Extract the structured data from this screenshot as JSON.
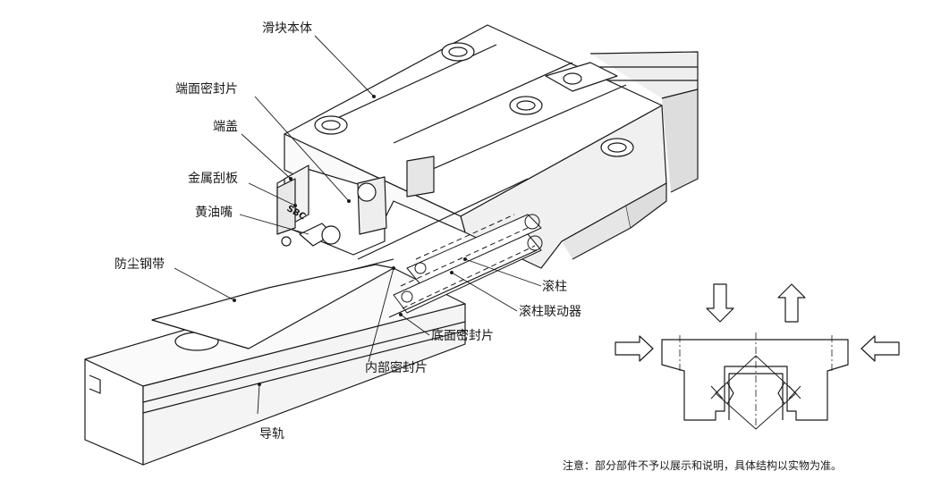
{
  "labels": {
    "block_body": "滑块本体",
    "end_seal": "端面密封片",
    "end_cap": "端盖",
    "metal_scraper": "金属刮板",
    "grease_nipple": "黄油嘴",
    "dust_strip": "防尘钢带",
    "roller": "滚柱",
    "roller_retainer": "滚柱联动器",
    "bottom_seal": "底面密封片",
    "inner_seal": "内部密封片",
    "rail": "导轨"
  },
  "brand_mark": "SBC",
  "note": "注意：部分部件不予以展示和说明，具体结构以实物为准。",
  "colors": {
    "line": "#1a1a1a",
    "fill": "#ffffff",
    "shade": "#e6e6e6",
    "dark": "#555555"
  }
}
